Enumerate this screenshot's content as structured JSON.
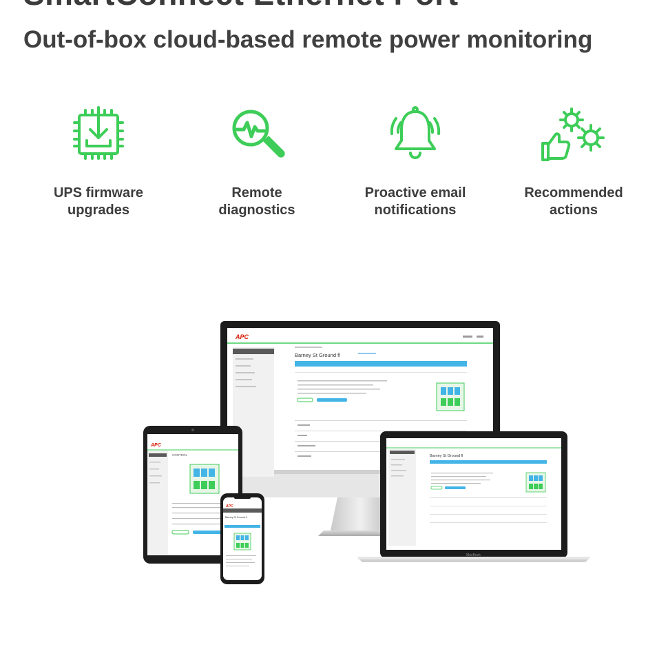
{
  "header": {
    "title_cut": "SmartConnect Ethernet Port",
    "subtitle": "Out-of-box cloud-based remote power monitoring"
  },
  "features": [
    {
      "icon": "chip-download-icon",
      "label": "UPS firmware\nupgrades"
    },
    {
      "icon": "magnifier-pulse-icon",
      "label": "Remote\ndiagnostics"
    },
    {
      "icon": "bell-ringing-icon",
      "label": "Proactive email\nnotifications"
    },
    {
      "icon": "thumbs-up-gears-icon",
      "label": "Recommended\nactions"
    }
  ],
  "devices": {
    "brand": "APC",
    "monitor_heading": "Barney St Ground fl",
    "laptop_heading": "Barney St Ground fl",
    "phone_heading": "Barney St Ground fl",
    "tablet_section": "CONTROL",
    "macbook_label": "MacBook"
  },
  "colors": {
    "accent_green": "#3dcd58",
    "brand_red": "#d81e05",
    "panel_blue": "#42b4e6",
    "text_dark": "#3d3d3d"
  }
}
